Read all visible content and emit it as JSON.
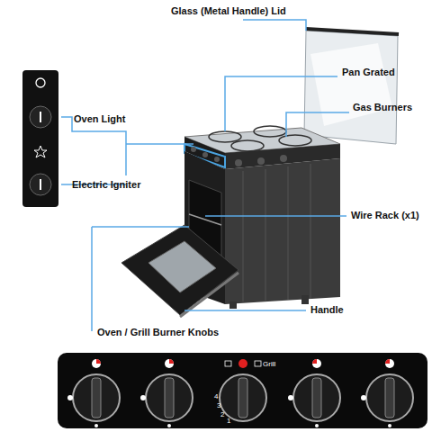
{
  "diagram": {
    "labels": [
      "Glass (Metal Handle) Lid",
      "Pan Grated",
      "Gas Burners",
      "Oven Light",
      "Electric Igniter",
      "Wire Rack (x1)",
      "Handle",
      "Oven / Grill Burner Knobs",
      "Grill",
      "4",
      "3",
      "2",
      "1"
    ]
  }
}
